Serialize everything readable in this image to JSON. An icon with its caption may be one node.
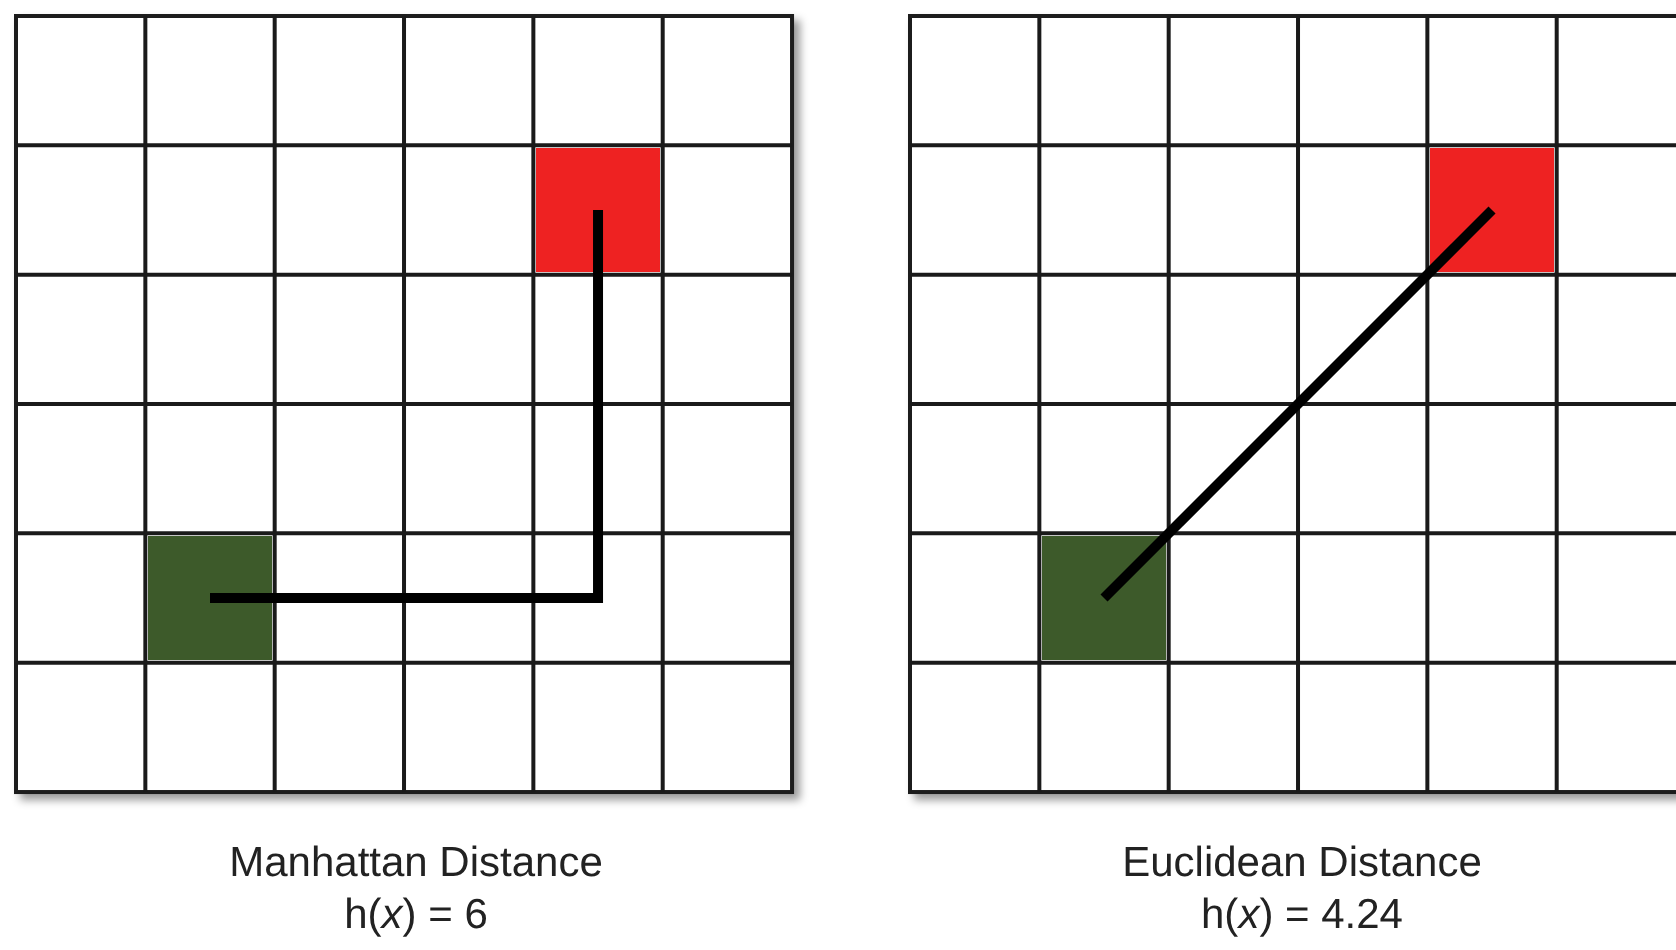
{
  "diagram": {
    "nodes": [
      {
        "text": [],
        "shape": "box"
      },
      {
        "text": [],
        "shape": "box"
      },
      {
        "text": [],
        "shape": "box"
      },
      {
        "text": [],
        "shape": "box"
      }
    ],
    "edges": [
      {
        "from": 0,
        "to": 1,
        "arrow": "none"
      },
      {
        "from": 2,
        "to": 3,
        "arrow": "none"
      }
    ],
    "labels": [
      "Manhattan Distance",
      "h(*x*) = 6",
      "Euclidean Distance",
      "h(*x*) = 4.24"
    ]
  }
}
